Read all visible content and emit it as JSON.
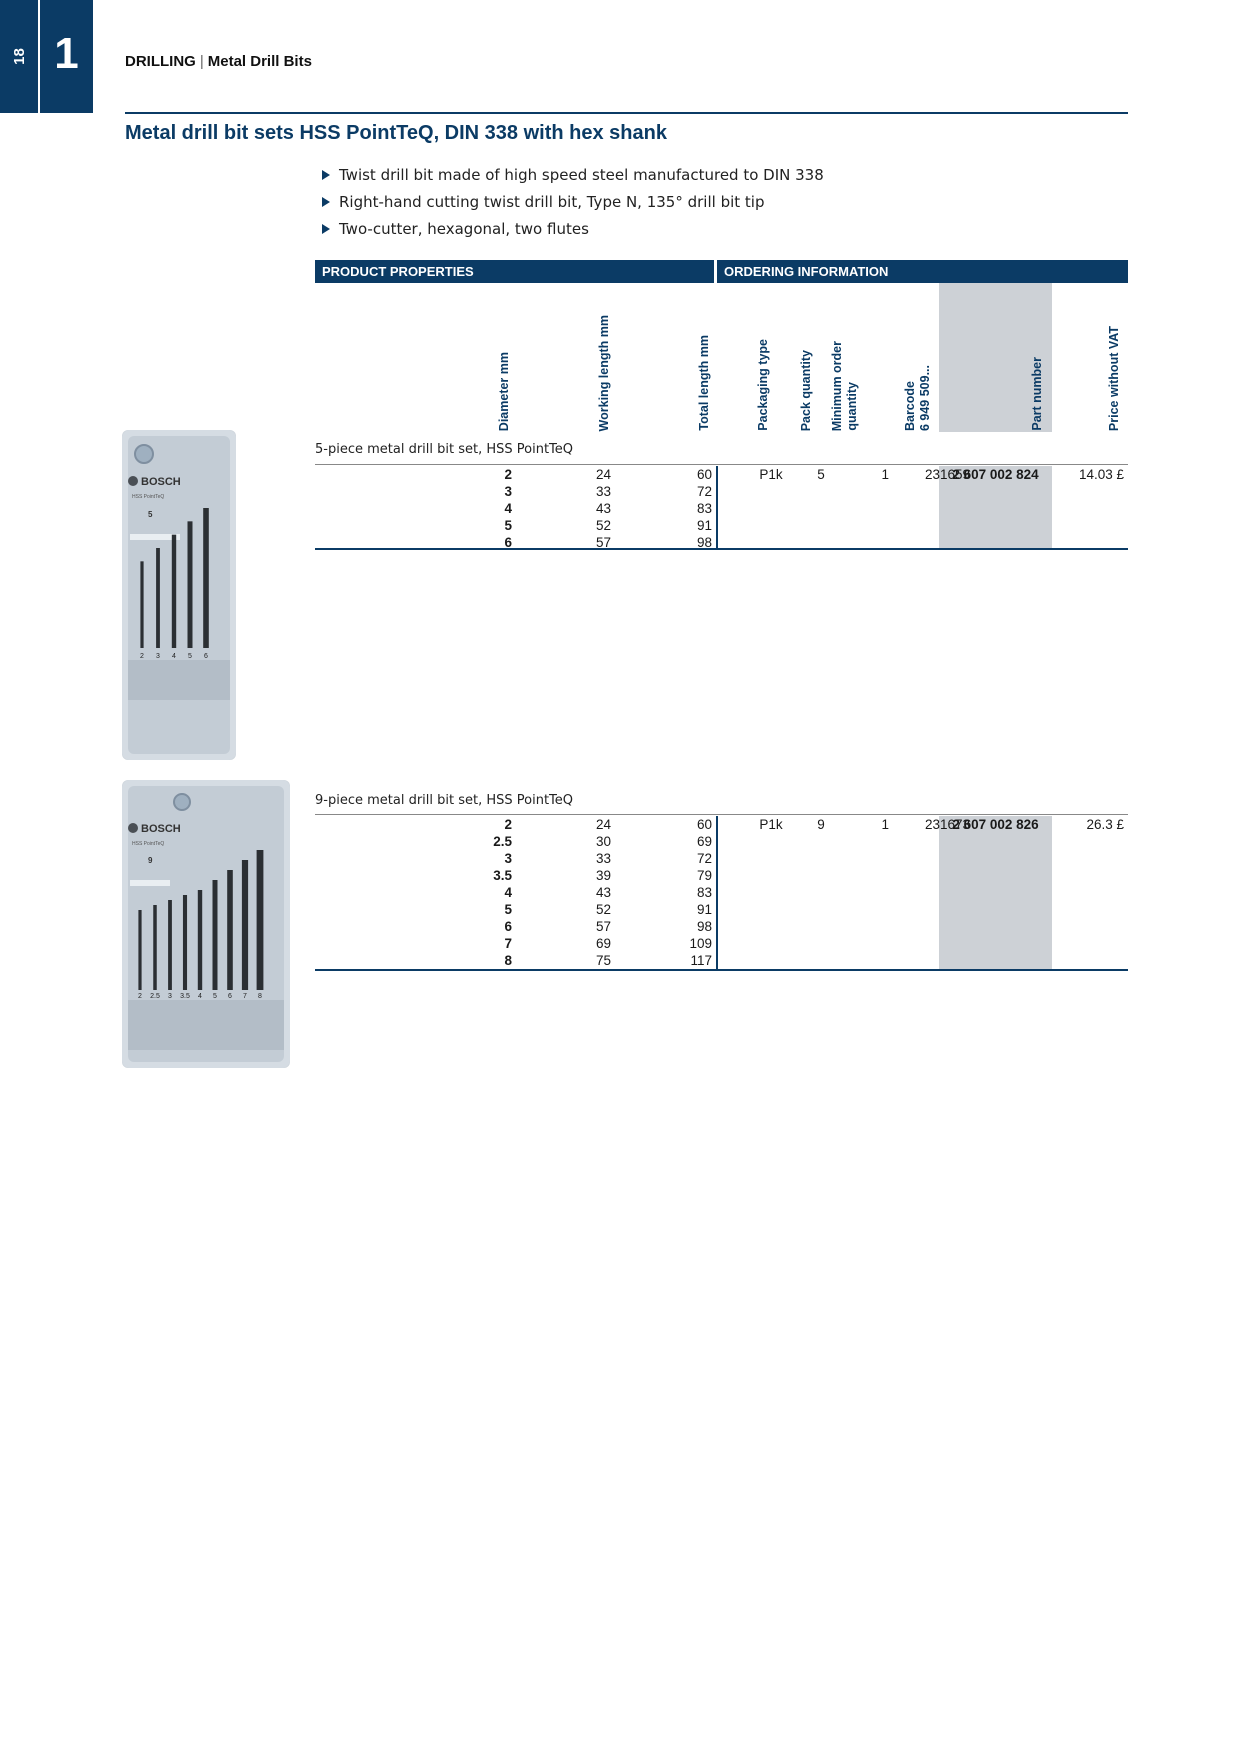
{
  "header": {
    "page_number": "18",
    "chapter_number": "1",
    "section": "DRILLING",
    "separator": "|",
    "subsection": "Metal Drill Bits"
  },
  "title": "Metal drill bit sets HSS PointTeQ, DIN 338 with hex shank",
  "features": [
    "Twist drill bit made of high speed steel manufactured to DIN 338",
    "Right-hand cutting twist drill bit, Type N, 135° drill bit tip",
    "Two-cutter, hexagonal, two flutes"
  ],
  "table": {
    "band_left": "PRODUCT PROPERTIES",
    "band_right": "ORDERING INFORMATION",
    "columns": {
      "diameter": "Diameter mm",
      "working_length": "Working length mm",
      "total_length": "Total length mm",
      "packaging_type": "Packaging type",
      "pack_quantity": "Pack quantity",
      "min_order_1": "Minimum order",
      "min_order_2": "quantity",
      "barcode_1": "Barcode",
      "barcode_2": "6 949 509...",
      "part_number": "Part number",
      "price": "Price without VAT"
    }
  },
  "sets": [
    {
      "label": "5-piece metal drill bit set, HSS PointTeQ",
      "packaging_type": "P1k",
      "pack_quantity": "5",
      "min_order": "1",
      "barcode": "231659",
      "part_number": "2 607 002 824",
      "price": "14.03 £",
      "rows": [
        {
          "diameter": "2",
          "working_length": "24",
          "total_length": "60"
        },
        {
          "diameter": "3",
          "working_length": "33",
          "total_length": "72"
        },
        {
          "diameter": "4",
          "working_length": "43",
          "total_length": "83"
        },
        {
          "diameter": "5",
          "working_length": "52",
          "total_length": "91"
        },
        {
          "diameter": "6",
          "working_length": "57",
          "total_length": "98"
        }
      ],
      "photo": {
        "brand": "BOSCH",
        "product": "HSS PointTeQ",
        "count": "5",
        "sizes": [
          "2",
          "3",
          "4",
          "5",
          "6"
        ]
      }
    },
    {
      "label": "9-piece metal drill bit set, HSS PointTeQ",
      "packaging_type": "P1k",
      "pack_quantity": "9",
      "min_order": "1",
      "barcode": "231673",
      "part_number": "2 607 002 826",
      "price": "26.3 £",
      "rows": [
        {
          "diameter": "2",
          "working_length": "24",
          "total_length": "60"
        },
        {
          "diameter": "2.5",
          "working_length": "30",
          "total_length": "69"
        },
        {
          "diameter": "3",
          "working_length": "33",
          "total_length": "72"
        },
        {
          "diameter": "3.5",
          "working_length": "39",
          "total_length": "79"
        },
        {
          "diameter": "4",
          "working_length": "43",
          "total_length": "83"
        },
        {
          "diameter": "5",
          "working_length": "52",
          "total_length": "91"
        },
        {
          "diameter": "6",
          "working_length": "57",
          "total_length": "98"
        },
        {
          "diameter": "7",
          "working_length": "69",
          "total_length": "109"
        },
        {
          "diameter": "8",
          "working_length": "75",
          "total_length": "117"
        }
      ],
      "photo": {
        "brand": "BOSCH",
        "product": "HSS PointTeQ",
        "count": "9",
        "sizes": [
          "2",
          "2.5",
          "3",
          "3.5",
          "4",
          "5",
          "6",
          "7",
          "8"
        ]
      }
    }
  ],
  "colors": {
    "brand_blue": "#0b3b65",
    "shade_gray": "#cdd1d6"
  }
}
